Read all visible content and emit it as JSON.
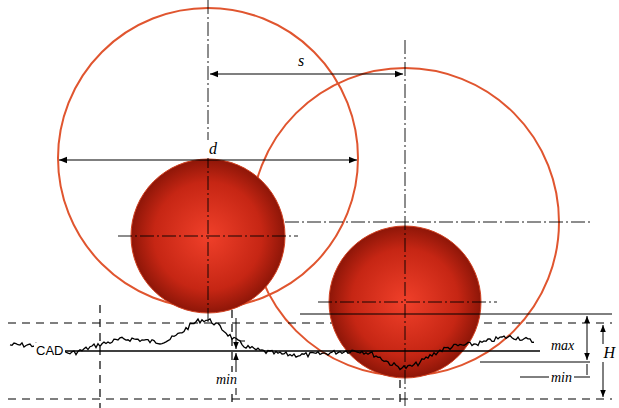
{
  "diagram": {
    "labels": [
      "d",
      "s",
      "CAD",
      "min",
      "max",
      "min",
      "H"
    ]
  }
}
